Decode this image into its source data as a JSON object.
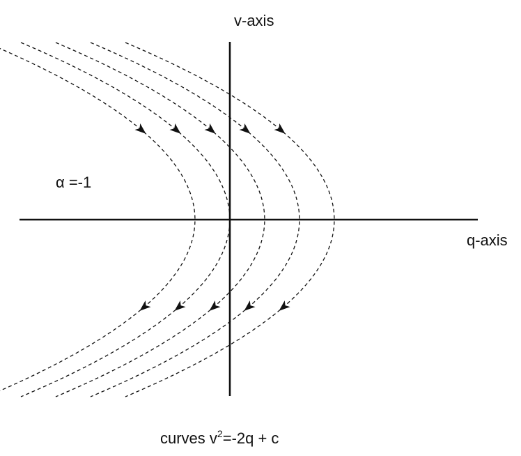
{
  "labels": {
    "v_axis": "v-axis",
    "q_axis": "q-axis",
    "alpha": "α =-1",
    "caption_prefix": "curves v",
    "caption_exponent": "2",
    "caption_suffix": "=-2q + c"
  },
  "curves": {
    "equation": "v^2 = -2q + c",
    "c_values": [
      -2,
      0,
      2,
      4,
      6
    ],
    "flow_direction": "downward"
  },
  "colors": {
    "ink": "#111111",
    "background": "#ffffff"
  }
}
